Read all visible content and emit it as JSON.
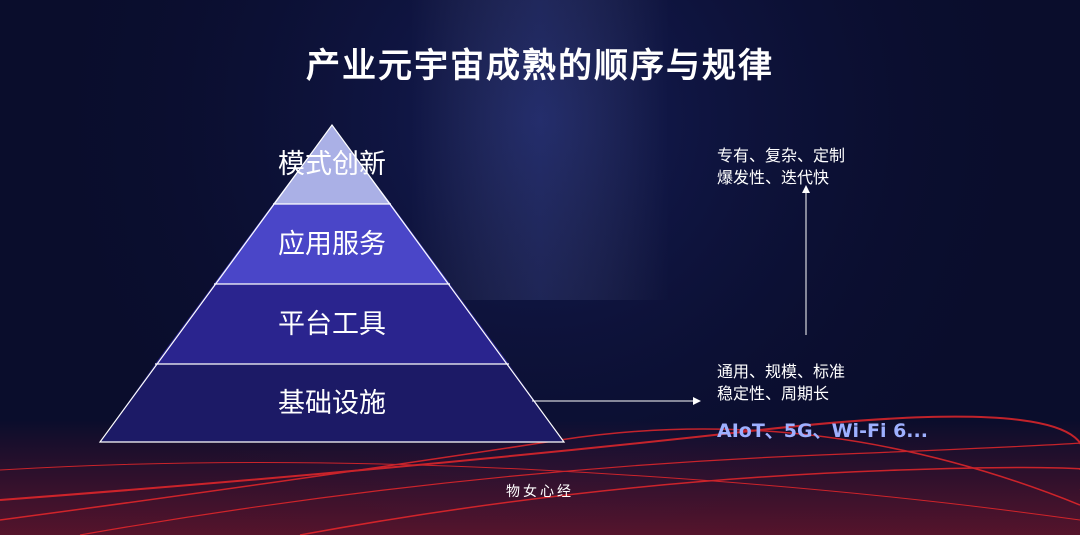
{
  "title": "产业元宇宙成熟的顺序与规律",
  "pyramid": {
    "layers": [
      {
        "label": "模式创新",
        "color": "#aab0e6"
      },
      {
        "label": "应用服务",
        "color": "#4a46c8"
      },
      {
        "label": "平台工具",
        "color": "#2a248e"
      },
      {
        "label": "基础设施",
        "color": "#1c1a66"
      }
    ],
    "outline_color": "#ffffff"
  },
  "notes": {
    "top": {
      "line1": "专有、复杂、定制",
      "line2": "爆发性、迭代快"
    },
    "bottom": {
      "line1": "通用、规模、标准",
      "line2": "稳定性、周期长"
    },
    "tech": "AIoT、5G、Wi-Fi 6..."
  },
  "footer": "物女心经",
  "colors": {
    "background": "#0a0d2c",
    "accent_red": "#e0202a",
    "tech_text": "#9eb0ff"
  }
}
